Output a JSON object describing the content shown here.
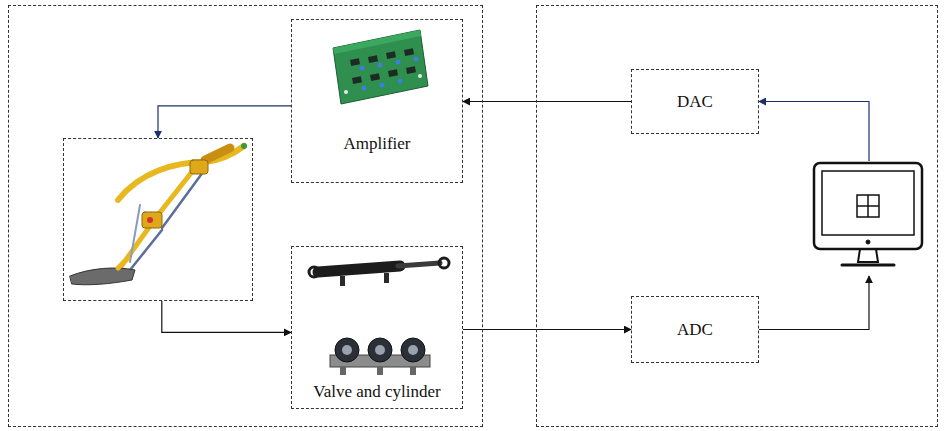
{
  "diagram": {
    "nodes": [
      {
        "text": []
      },
      {
        "text": [
          "Amplifier"
        ],
        "in": 0
      },
      {
        "text": [],
        "in": 0
      },
      {
        "text": [
          "Valve and cylinder"
        ],
        "in": 0
      },
      {
        "text": []
      },
      {
        "text": [
          "DAC"
        ],
        "in": 4
      },
      {
        "text": [],
        "in": 4
      },
      {
        "text": [
          "ADC"
        ],
        "in": 4
      }
    ],
    "edges": [
      {
        "from": 5,
        "to": 1,
        "arrow": "to"
      },
      {
        "from": 1,
        "to": 2,
        "arrow": "to"
      },
      {
        "from": 2,
        "to": 3,
        "arrow": "to"
      },
      {
        "from": 3,
        "to": 7,
        "arrow": "to"
      },
      {
        "from": 7,
        "to": 6,
        "arrow": "to"
      },
      {
        "from": 6,
        "to": 5,
        "arrow": "to"
      }
    ]
  }
}
